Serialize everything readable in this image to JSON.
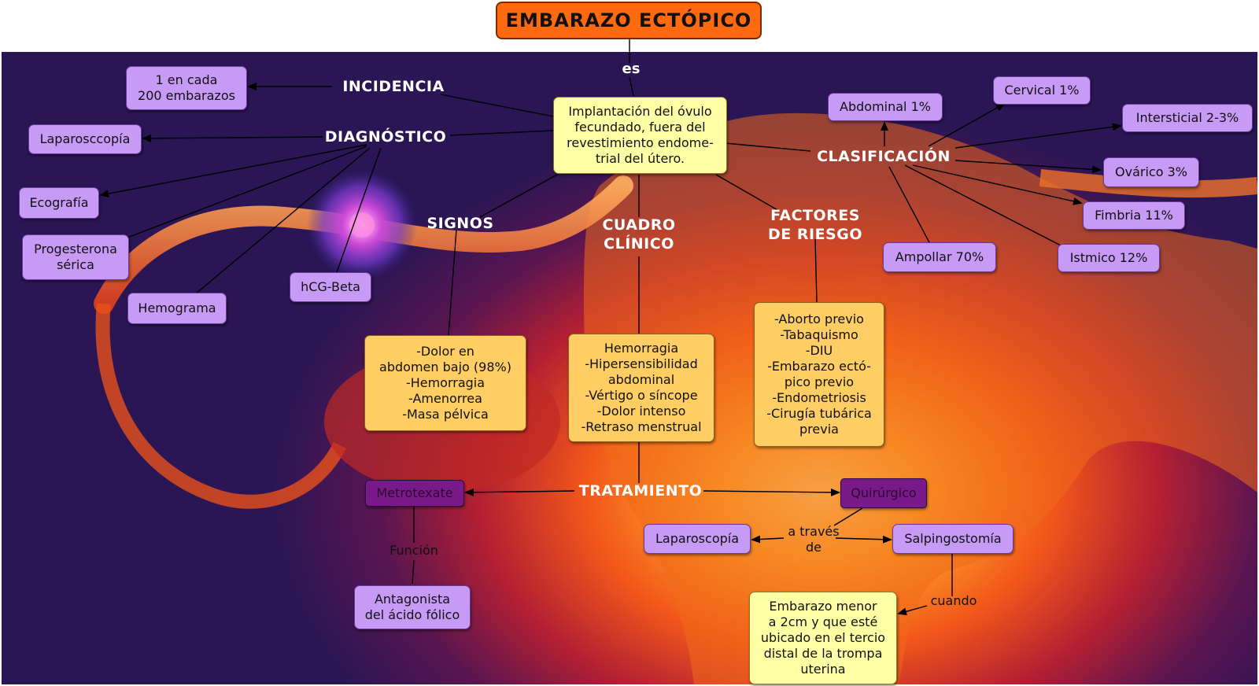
{
  "title": "EMBARAZO ECTÓPICO",
  "links": {
    "es": "es",
    "a_traves_de": "a través\nde",
    "funcion": "Función",
    "cuando": "cuando"
  },
  "definition": "Implantación del óvulo\nfecundado, fuera del\nrevestimiento endome-\ntrial del útero.",
  "concepts": {
    "incidencia": "INCIDENCIA",
    "diagnostico": "DIAGNÓSTICO",
    "signos": "SIGNOS",
    "cuadro_clinico": "CUADRO\nCLÍNICO",
    "factores_riesgo": "FACTORES\nDE RIESGO",
    "clasificacion": "CLASIFICACIÓN",
    "tratamiento": "TRATAMIENTO"
  },
  "incidencia_value": "1 en cada\n200 embarazos",
  "diagnostico_items": {
    "laparoscopia": "Laparosccopía",
    "ecografia": "Ecografía",
    "progesterona": "Progesterona\nsérica",
    "hemograma": "Hemograma",
    "hcg": "hCG-Beta"
  },
  "signos_text": "-Dolor en\nabdomen bajo (98%)\n-Hemorragia\n-Amenorrea\n-Masa pélvica",
  "cuadro_text": "Hemorragia\n-Hipersensibilidad\nabdominal\n-Vértigo o síncope\n-Dolor intenso\n-Retraso menstrual",
  "factores_text": "-Aborto previo\n-Tabaquismo\n-DIU\n-Embarazo ectó-\npico previo\n-Endometriosis\n-Cirugía tubárica\nprevia",
  "clasificacion_items": {
    "abdominal": "Abdominal 1%",
    "cervical": "Cervical 1%",
    "intersticial": "Intersticial 2-3%",
    "ovarico": "Ovárico 3%",
    "fimbria": "Fimbria 11%",
    "istmico": "Istmico 12%",
    "ampollar": "Ampollar 70%"
  },
  "tratamiento_items": {
    "metrotexate": "Metrotexate",
    "quirurgico": "Quirúrgico",
    "laparoscopia": "Laparoscopía",
    "salpingostomia": "Salpingostomía",
    "antagonista": "Antagonista\ndel ácido fólico",
    "embarazo_menor": "Embarazo menor\na 2cm y que esté\nubicado en el tercio\ndistal de la trompa\nuterina"
  },
  "colors": {
    "title_fill": "#ff6a10",
    "violet_node": "#c79af5",
    "yellow_node": "#ffffa6",
    "orange_node": "#fecd63",
    "purple_node": "#7a1a8a"
  }
}
